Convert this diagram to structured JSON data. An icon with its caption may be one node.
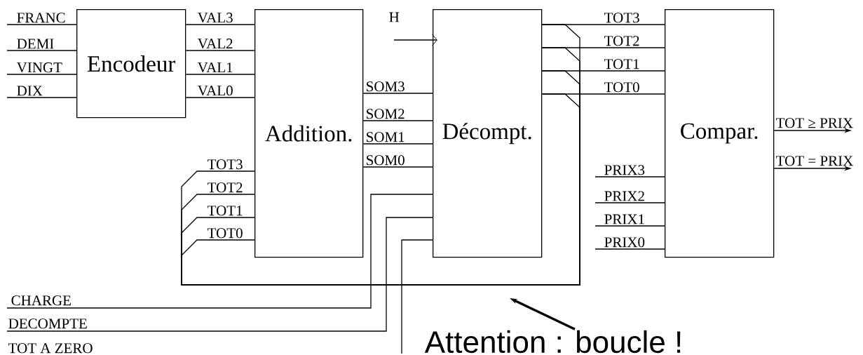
{
  "diagram": {
    "nodes": [
      {
        "text": [
          "Encodeur"
        ]
      },
      {
        "text": [
          "Addition."
        ]
      },
      {
        "text": [
          "Décompt."
        ]
      },
      {
        "text": [
          "Compar."
        ]
      },
      {
        "text": [
          "Attention : boucle !"
        ]
      }
    ],
    "edges": [
      {
        "from": null,
        "to": 0,
        "arrow": "none",
        "label": "FRANC"
      },
      {
        "from": null,
        "to": 0,
        "arrow": "none",
        "label": "DEMI"
      },
      {
        "from": null,
        "to": 0,
        "arrow": "none",
        "label": "VINGT"
      },
      {
        "from": null,
        "to": 0,
        "arrow": "none",
        "label": "DIX"
      },
      {
        "from": 0,
        "to": 1,
        "arrow": "none",
        "label": "VAL3"
      },
      {
        "from": 0,
        "to": 1,
        "arrow": "none",
        "label": "VAL2"
      },
      {
        "from": 0,
        "to": 1,
        "arrow": "none",
        "label": "VAL1"
      },
      {
        "from": 0,
        "to": 1,
        "arrow": "none",
        "label": "VAL0"
      },
      {
        "from": 1,
        "to": 2,
        "arrow": "none",
        "label": "SOM3"
      },
      {
        "from": 1,
        "to": 2,
        "arrow": "none",
        "label": "SOM2"
      },
      {
        "from": 1,
        "to": 2,
        "arrow": "none",
        "label": "SOM1"
      },
      {
        "from": 1,
        "to": 2,
        "arrow": "none",
        "label": "SOM0"
      },
      {
        "from": null,
        "to": 2,
        "arrow": "to",
        "label": "H"
      },
      {
        "from": null,
        "to": 2,
        "arrow": "none",
        "label": "CHARGE"
      },
      {
        "from": null,
        "to": 2,
        "arrow": "none",
        "label": "DECOMPTE"
      },
      {
        "from": null,
        "to": 2,
        "arrow": "none"
      },
      {
        "from": 2,
        "to": 3,
        "arrow": "none",
        "label": "TOT3"
      },
      {
        "from": 2,
        "to": 3,
        "arrow": "none",
        "label": "TOT2"
      },
      {
        "from": 2,
        "to": 3,
        "arrow": "none",
        "label": "TOT1"
      },
      {
        "from": 2,
        "to": 3,
        "arrow": "none",
        "label": "TOT0"
      },
      {
        "from": 2,
        "to": 1,
        "arrow": "none",
        "label": "TOT3"
      },
      {
        "from": 2,
        "to": 1,
        "arrow": "none",
        "label": "TOT2"
      },
      {
        "from": 2,
        "to": 1,
        "arrow": "none",
        "label": "TOT1"
      },
      {
        "from": 2,
        "to": 1,
        "arrow": "none",
        "label": "TOT0"
      },
      {
        "from": null,
        "to": 3,
        "arrow": "none",
        "label": "PRIX3"
      },
      {
        "from": null,
        "to": 3,
        "arrow": "none",
        "label": "PRIX2"
      },
      {
        "from": null,
        "to": 3,
        "arrow": "none",
        "label": "PRIX1"
      },
      {
        "from": null,
        "to": 3,
        "arrow": "none",
        "label": "PRIX0"
      },
      {
        "from": 3,
        "to": null,
        "arrow": "to",
        "label": "TOT ≥ PRIX"
      },
      {
        "from": 3,
        "to": null,
        "arrow": "to",
        "label": "TOT = PRIX"
      },
      {
        "from": 4,
        "to": null,
        "arrow": "to",
        "style": "thick"
      }
    ],
    "labels": [
      "TOT A ZERO"
    ]
  }
}
